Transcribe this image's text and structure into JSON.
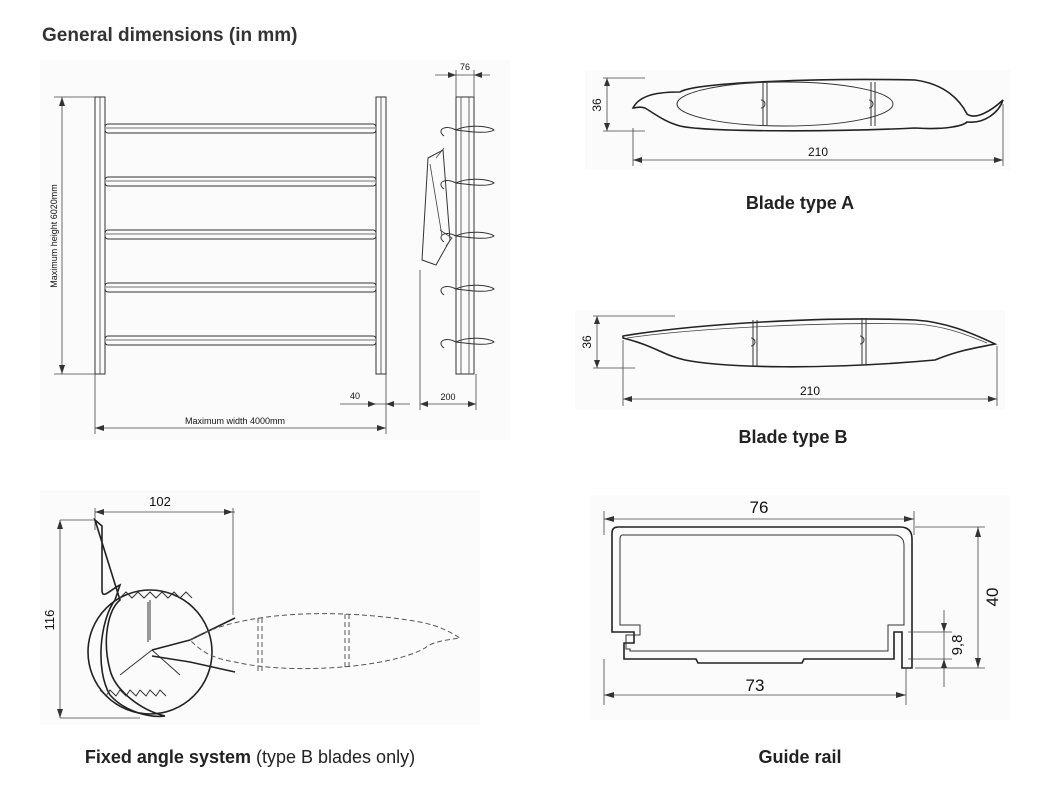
{
  "heading": "General dimensions (in mm)",
  "general": {
    "height_label": "Maximum height 6020mm",
    "width_label": "Maximum width 4000mm",
    "dim_40": "40",
    "dim_200": "200",
    "dim_76": "76"
  },
  "blade_a": {
    "caption": "Blade type A",
    "dim_height": "36",
    "dim_width": "210"
  },
  "blade_b": {
    "caption": "Blade type B",
    "dim_height": "36",
    "dim_width": "210"
  },
  "fixed_angle": {
    "caption_bold": "Fixed angle system",
    "caption_rest": " (type B blades only)",
    "dim_width": "102",
    "dim_height": "116"
  },
  "guide_rail": {
    "caption": "Guide rail",
    "dim_top": "76",
    "dim_bottom": "73",
    "dim_height": "40",
    "dim_slot": "9,8"
  }
}
